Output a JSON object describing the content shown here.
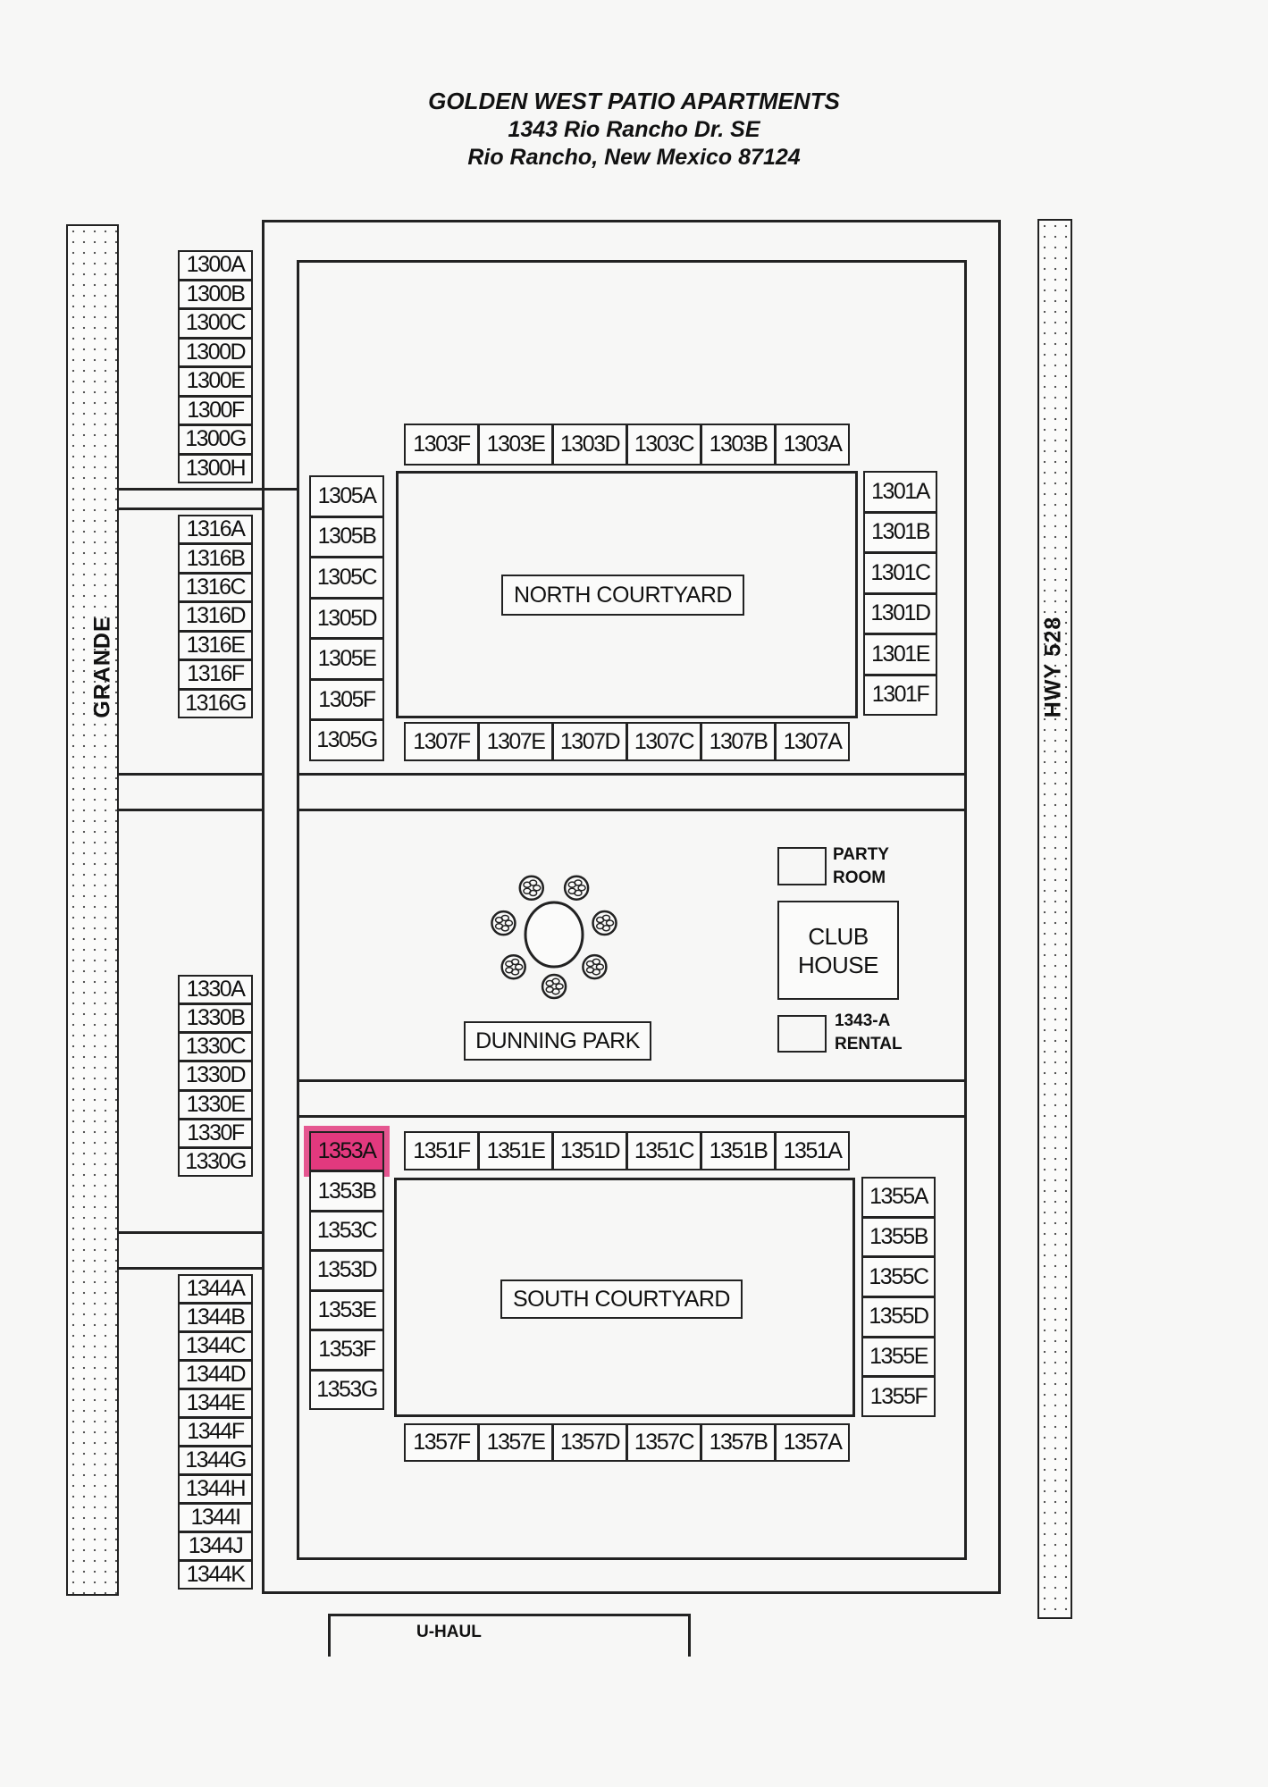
{
  "header": {
    "name": "GOLDEN WEST PATIO APARTMENTS",
    "address_line1": "1343 Rio Rancho Dr. SE",
    "address_line2": "Rio Rancho, New Mexico  87124"
  },
  "streets": {
    "west": "GRANDE",
    "east": "HWY 528"
  },
  "areas": {
    "north_courtyard": "NORTH COURTYARD",
    "south_courtyard": "SOUTH COURTYARD",
    "park": "DUNNING PARK",
    "club_house_1": "CLUB",
    "club_house_2": "HOUSE",
    "party_room_1": "PARTY",
    "party_room_2": "ROOM",
    "rental_1": "1343-A",
    "rental_2": "RENTAL",
    "uhaul": "U-HAUL"
  },
  "highlight": {
    "unit": "1353A",
    "color": "#e2397e"
  },
  "groups": [
    {
      "id": "g1300",
      "units": [
        "1300A",
        "1300B",
        "1300C",
        "1300D",
        "1300E",
        "1300F",
        "1300G",
        "1300H"
      ]
    },
    {
      "id": "g1316",
      "units": [
        "1316A",
        "1316B",
        "1316C",
        "1316D",
        "1316E",
        "1316F",
        "1316G"
      ]
    },
    {
      "id": "g1330",
      "units": [
        "1330A",
        "1330B",
        "1330C",
        "1330D",
        "1330E",
        "1330F",
        "1330G"
      ]
    },
    {
      "id": "g1344",
      "units": [
        "1344A",
        "1344B",
        "1344C",
        "1344D",
        "1344E",
        "1344F",
        "1344G",
        "1344H",
        "1344I",
        "1344J",
        "1344K"
      ]
    },
    {
      "id": "g1303",
      "units": [
        "1303F",
        "1303E",
        "1303D",
        "1303C",
        "1303B",
        "1303A"
      ]
    },
    {
      "id": "g1305",
      "units": [
        "1305A",
        "1305B",
        "1305C",
        "1305D",
        "1305E",
        "1305F",
        "1305G"
      ]
    },
    {
      "id": "g1301",
      "units": [
        "1301A",
        "1301B",
        "1301C",
        "1301D",
        "1301E",
        "1301F"
      ]
    },
    {
      "id": "g1307",
      "units": [
        "1307F",
        "1307E",
        "1307D",
        "1307C",
        "1307B",
        "1307A"
      ]
    },
    {
      "id": "g1351",
      "units": [
        "1351F",
        "1351E",
        "1351D",
        "1351C",
        "1351B",
        "1351A"
      ]
    },
    {
      "id": "g1353",
      "units": [
        "1353A",
        "1353B",
        "1353C",
        "1353D",
        "1353E",
        "1353F",
        "1353G"
      ]
    },
    {
      "id": "g1355",
      "units": [
        "1355A",
        "1355B",
        "1355C",
        "1355D",
        "1355E",
        "1355F"
      ]
    },
    {
      "id": "g1357",
      "units": [
        "1357F",
        "1357E",
        "1357D",
        "1357C",
        "1357B",
        "1357A"
      ]
    }
  ]
}
